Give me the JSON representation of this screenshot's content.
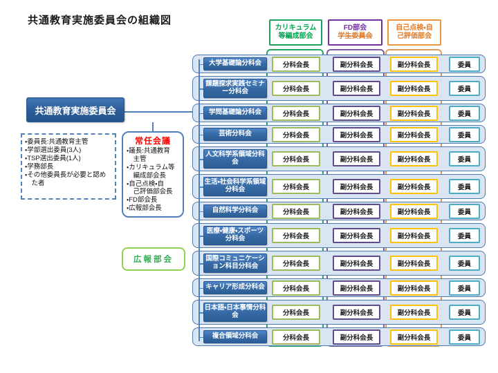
{
  "title": "共通教育実施委員会の組織図",
  "headers": {
    "curriculum": {
      "label": "カリキュラム\n等編成部会"
    },
    "fd": {
      "line1": "FD部会",
      "line2": "学生委員会"
    },
    "self_evaluation": {
      "label": "自己点検・自\n己評価部会"
    }
  },
  "committee": {
    "label": "共通教育実施委員会"
  },
  "membership_note": {
    "lines": "・委員長:共通教育主管\n・学部選出委員(3人)\n・TSP選出委員(1人)\n・学務部長\n・その他委員長が必要と認め\n　た者"
  },
  "standing_council": {
    "title": "常任会議",
    "lines": "・議長:共通教育\n　主管\n・カリキュラム等\n　編成部会長\n・自己点検・自\n　己評価部会長\n・FD部会長\n・広報部会長"
  },
  "pr_board": {
    "label": "広報部会"
  },
  "cells": {
    "chair": "分科会長",
    "vice_chair": "副分科会長",
    "member": "委員"
  },
  "rows": [
    {
      "label": "大学基礎論分科会"
    },
    {
      "label": "課題探求実践セミナー分科会"
    },
    {
      "label": "学問基礎論分科会"
    },
    {
      "label": "芸術分科会"
    },
    {
      "label": "人文科学系領域分科会"
    },
    {
      "label": "生活・社会科学系領域分科会"
    },
    {
      "label": "自然科学分科会"
    },
    {
      "label": "医療・健康・スポーツ分科会"
    },
    {
      "label": "国際コミュニケーション科目分科会"
    },
    {
      "label": "キャリア形成分科会"
    },
    {
      "label": "日本語・日本事情分科会"
    },
    {
      "label": "複合領域分科会"
    }
  ],
  "colors": {
    "line_blue": "#4F81BD",
    "row_fill": "#D9E5F3",
    "label_blue": "#2D5E96",
    "band_green": "#22A663",
    "band_purple": "#7B5BA6",
    "band_orange": "#E39A59",
    "chair_border": "#9BBB59",
    "vice_fd_border": "#5F4B8B",
    "vice_self_border": "#FFC000",
    "member_border": "#4BACC6",
    "header_green": "#00A550",
    "header_purple": "#7030A0",
    "header_orange": "#E07B2A",
    "council_title_red": "#FF0000",
    "pr_green": "#2EB050"
  }
}
